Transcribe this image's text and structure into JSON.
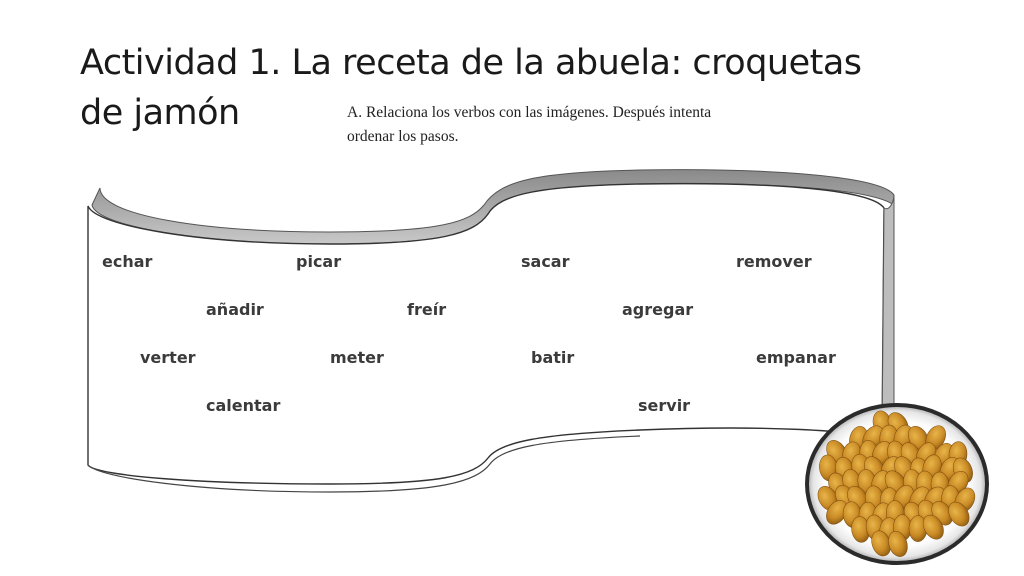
{
  "slide": {
    "title_line1": "Actividad 1. La receta de la abuela: croquetas",
    "title_line2": "de jamón",
    "instructions_line1": "A. Relaciona los verbos con las imágenes. Después intenta",
    "instructions_line2": "ordenar los pasos."
  },
  "verbs": {
    "row1": [
      "echar",
      "picar",
      "sacar",
      "remover"
    ],
    "row2": [
      "añadir",
      "freír",
      "agregar"
    ],
    "row3": [
      "verter",
      "meter",
      "batir",
      "empanar"
    ],
    "row4": [
      "calentar",
      "servir"
    ]
  },
  "image": {
    "icon": "croquetas-plate-image"
  }
}
